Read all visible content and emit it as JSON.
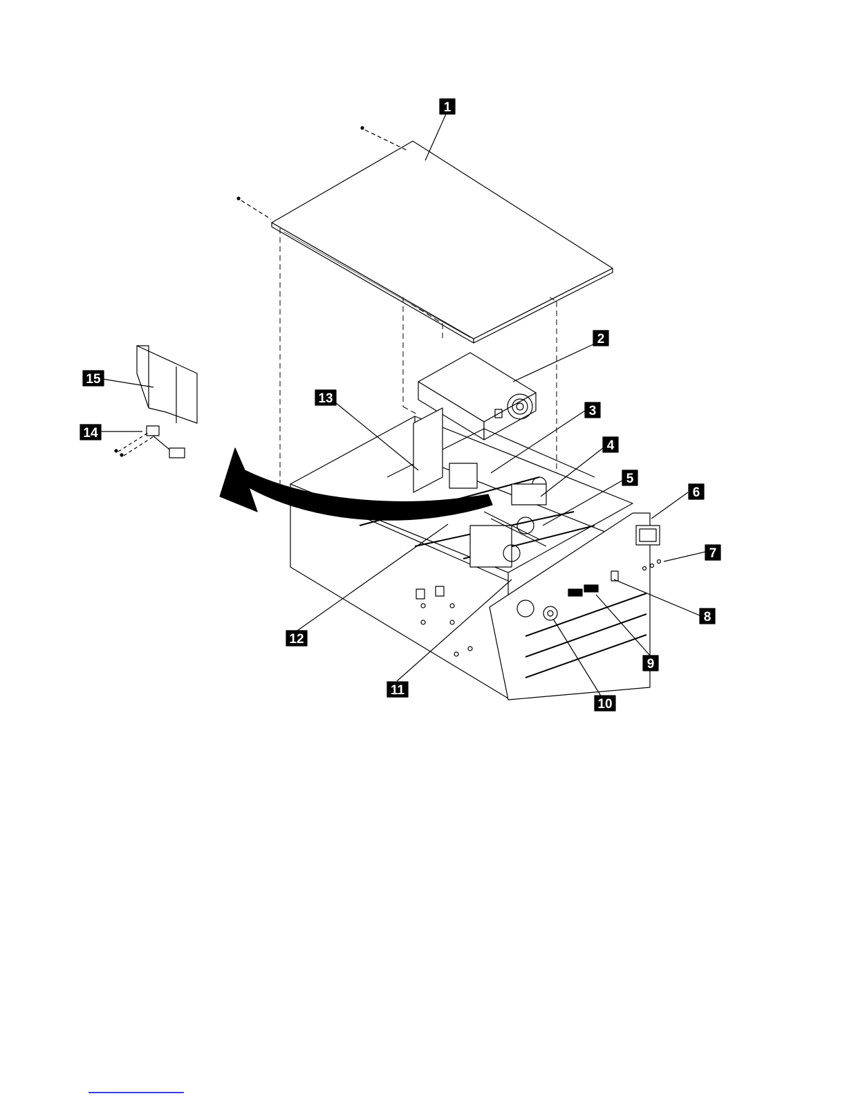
{
  "callouts": [
    {
      "id": "1",
      "label": "1"
    },
    {
      "id": "2",
      "label": "2"
    },
    {
      "id": "3",
      "label": "3"
    },
    {
      "id": "4",
      "label": "4"
    },
    {
      "id": "5",
      "label": "5"
    },
    {
      "id": "6",
      "label": "6"
    },
    {
      "id": "7",
      "label": "7"
    },
    {
      "id": "8",
      "label": "8"
    },
    {
      "id": "9",
      "label": "9"
    },
    {
      "id": "10",
      "label": "10"
    },
    {
      "id": "11",
      "label": "11"
    },
    {
      "id": "12",
      "label": "12"
    },
    {
      "id": "13",
      "label": "13"
    },
    {
      "id": "14",
      "label": "14"
    },
    {
      "id": "15",
      "label": "15"
    }
  ],
  "colors": {
    "line": "#000000",
    "callout_fill": "#000000",
    "callout_text": "#ffffff",
    "footer_rule": "#3a3adf"
  }
}
